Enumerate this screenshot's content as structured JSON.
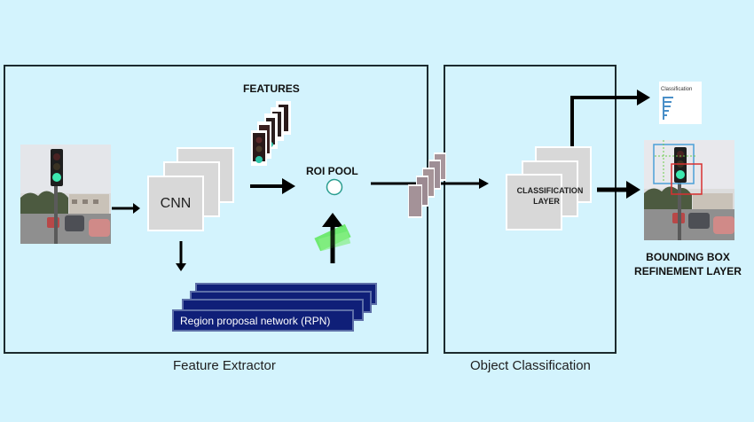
{
  "sections": {
    "feature_extractor": {
      "caption": "Feature Extractor"
    },
    "object_classification": {
      "caption": "Object Classification"
    }
  },
  "nodes": {
    "cnn": {
      "label": "CNN"
    },
    "features": {
      "label": "FEATURES"
    },
    "roi_pool": {
      "label": "ROI POOL"
    },
    "rpn": {
      "label": "Region proposal network (RPN)"
    },
    "classification_layer": {
      "label_line1": "CLASSIFICATION",
      "label_line2": "LAYER"
    },
    "classification_output": {
      "label": "Classification"
    },
    "bbox_refinement": {
      "label_line1": "BOUNDING BOX",
      "label_line2": "REFINEMENT LAYER"
    }
  },
  "colors": {
    "background": "#d3f3fd",
    "frame": "#1b2a2e",
    "card": "#d8d8d8",
    "rpn": "#0f1f78",
    "roi_circle": "#2a9d8f",
    "proposal_green": "#5ee85a",
    "bbox_blue": "#4a9fd8",
    "bbox_red": "#d83030",
    "chart_bar": "#4a8fc8"
  }
}
